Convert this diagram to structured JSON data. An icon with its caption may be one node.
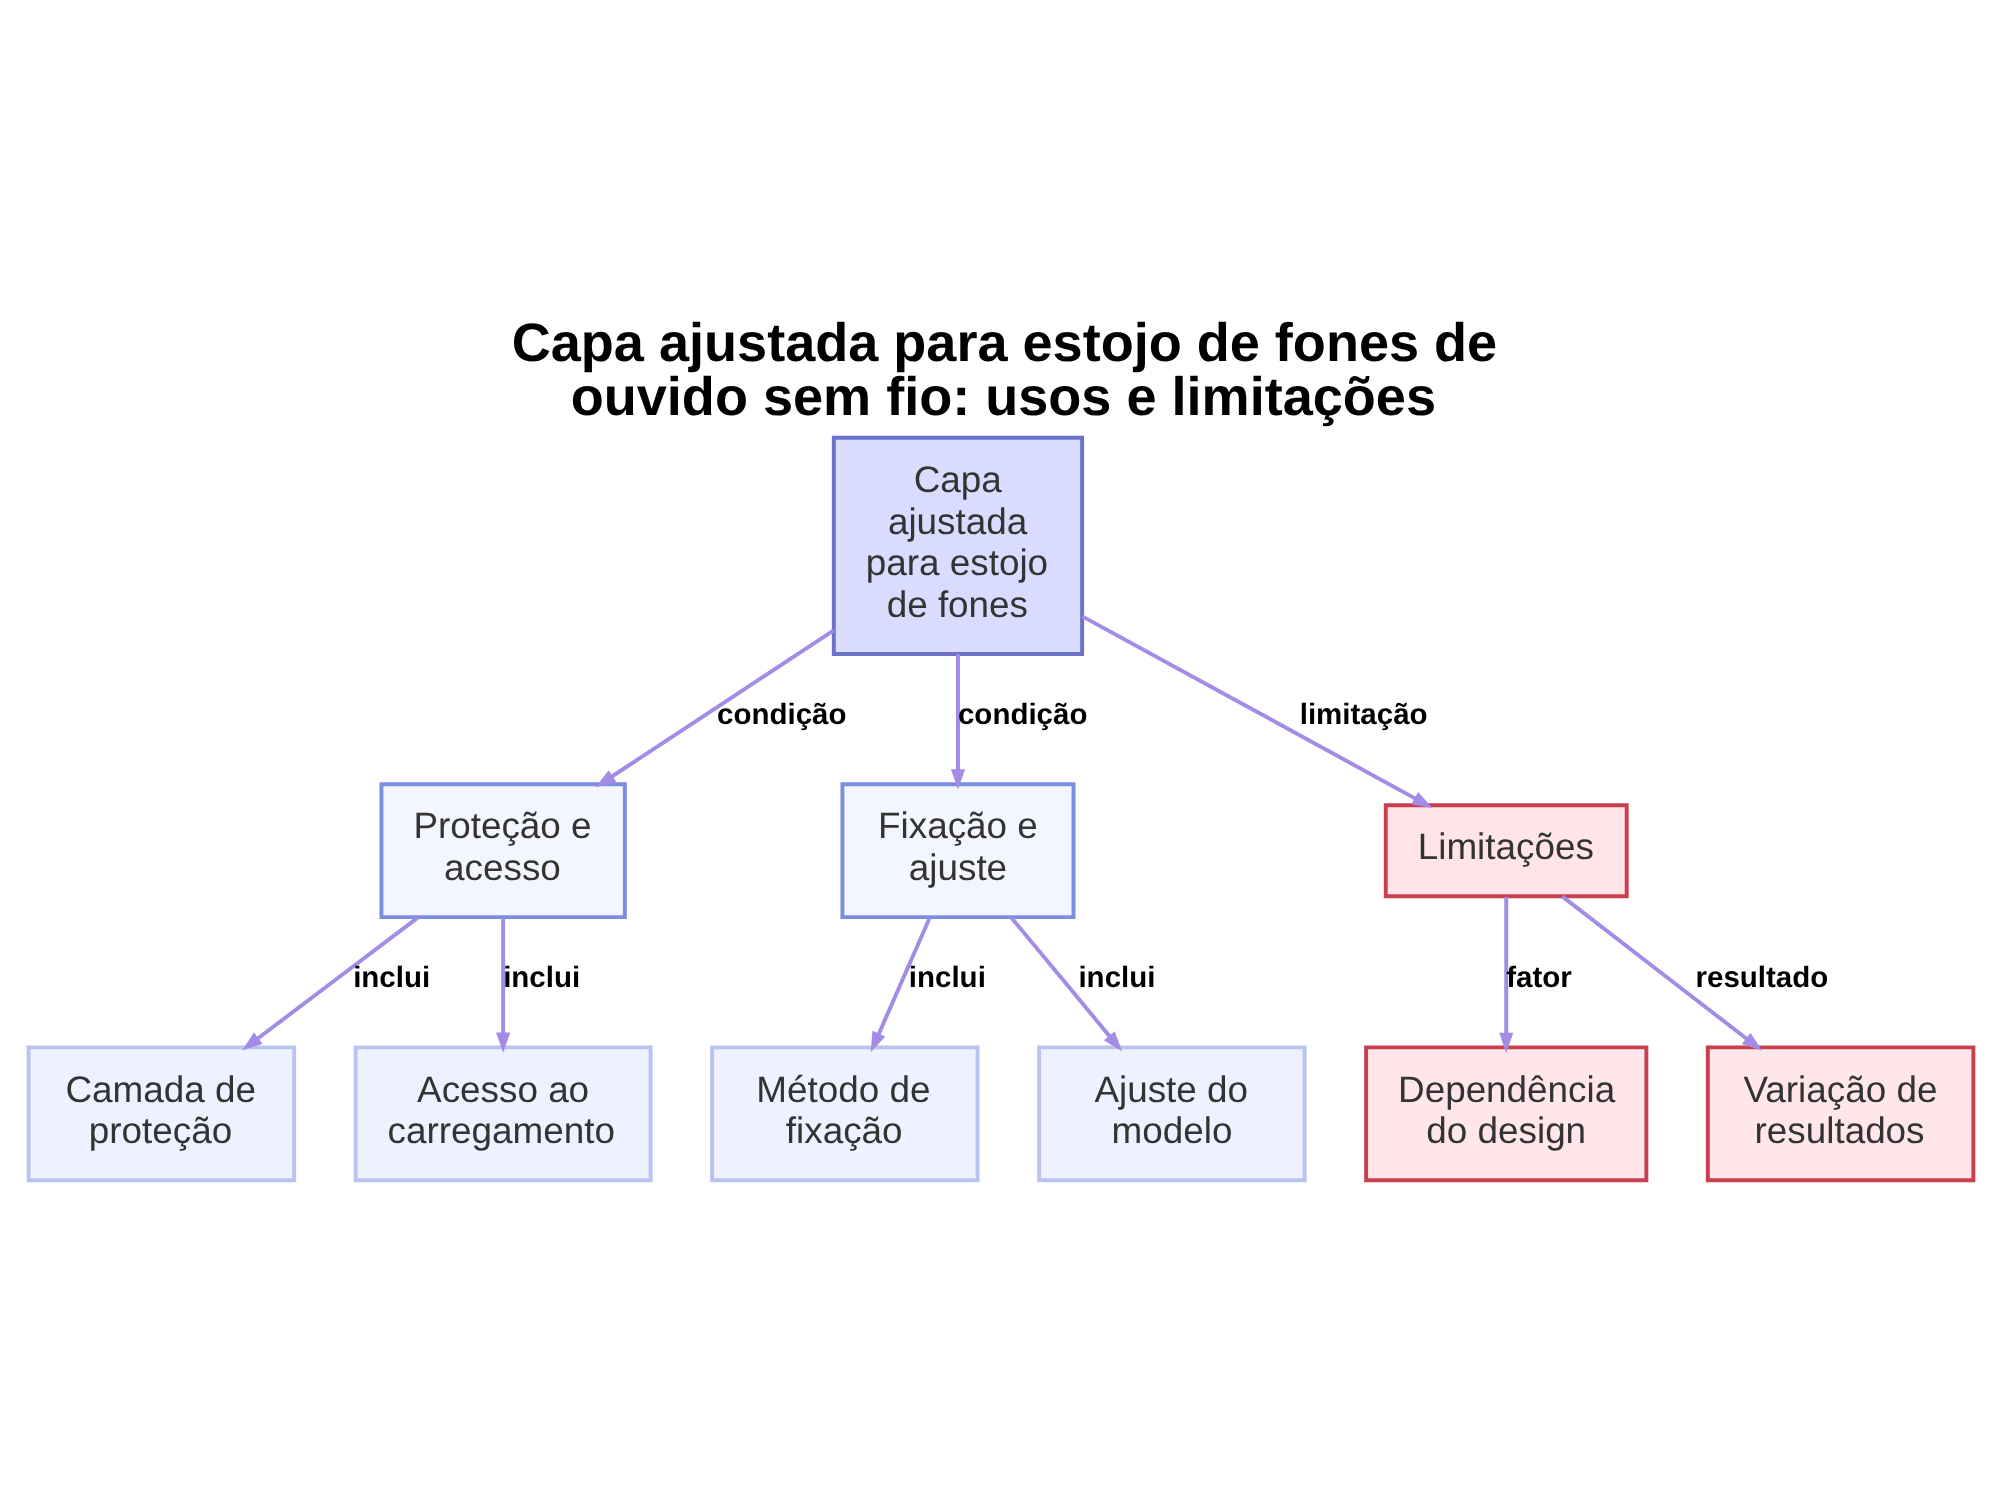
{
  "diagram": {
    "title": "Capa ajustada para estojo de fones de ouvido sem fio: usos e limitações",
    "nodes": [
      {
        "text": [
          "Capa ajustada para estojo de fones"
        ]
      },
      {
        "text": [
          "Proteção e acesso"
        ]
      },
      {
        "text": [
          "Fixação e ajuste"
        ]
      },
      {
        "text": [
          "Limitações"
        ]
      },
      {
        "text": [
          "Camada de proteção"
        ]
      },
      {
        "text": [
          "Acesso ao carregamento"
        ]
      },
      {
        "text": [
          "Método de fixação"
        ]
      },
      {
        "text": [
          "Ajuste do modelo"
        ]
      },
      {
        "text": [
          "Dependência do design"
        ]
      },
      {
        "text": [
          "Variação de resultados"
        ]
      }
    ],
    "edges": [
      {
        "from": 0,
        "to": 1,
        "arrow": "to",
        "label": "condição"
      },
      {
        "from": 0,
        "to": 2,
        "arrow": "to",
        "label": "condição"
      },
      {
        "from": 0,
        "to": 3,
        "arrow": "to",
        "label": "limitação"
      },
      {
        "from": 1,
        "to": 4,
        "arrow": "to",
        "label": "inclui"
      },
      {
        "from": 1,
        "to": 5,
        "arrow": "to",
        "label": "inclui"
      },
      {
        "from": 2,
        "to": 6,
        "arrow": "to",
        "label": "inclui"
      },
      {
        "from": 2,
        "to": 7,
        "arrow": "to",
        "label": "inclui"
      },
      {
        "from": 3,
        "to": 8,
        "arrow": "to",
        "label": "fator"
      },
      {
        "from": 3,
        "to": 9,
        "arrow": "to",
        "label": "resultado"
      }
    ]
  }
}
